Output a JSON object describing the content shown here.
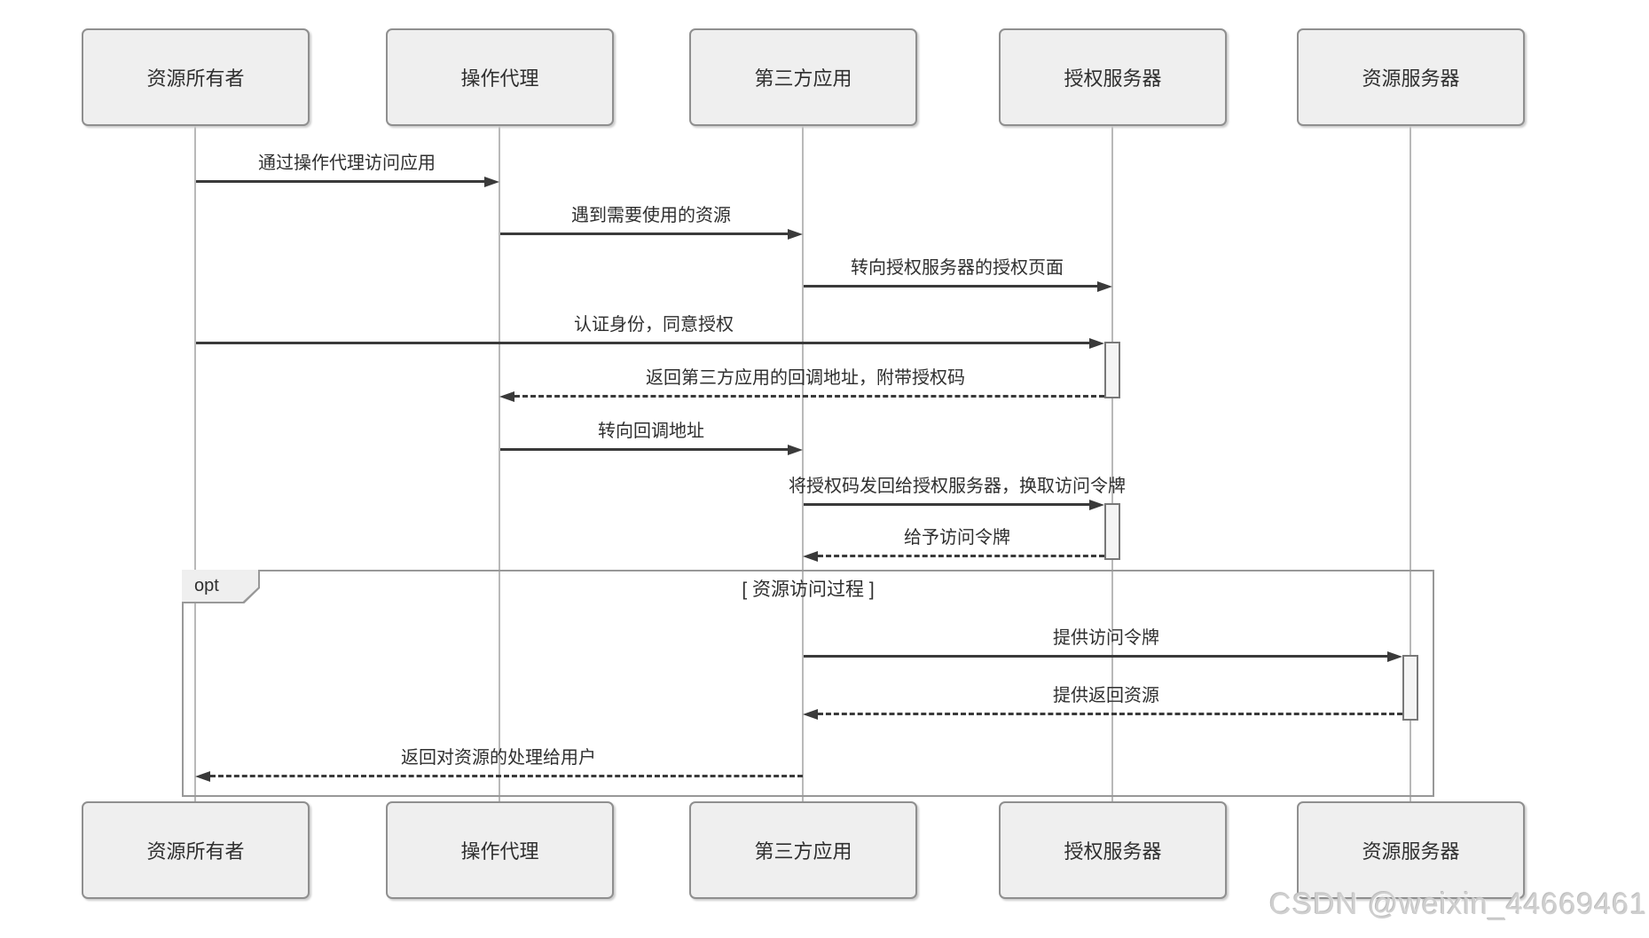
{
  "diagram_type": "sequence",
  "actors": [
    {
      "id": "resource-owner",
      "label": "资源所有者"
    },
    {
      "id": "user-agent",
      "label": "操作代理"
    },
    {
      "id": "third-party-app",
      "label": "第三方应用"
    },
    {
      "id": "auth-server",
      "label": "授权服务器"
    },
    {
      "id": "resource-server",
      "label": "资源服务器"
    }
  ],
  "messages": [
    {
      "label": "通过操作代理访问应用",
      "from": "资源所有者",
      "to": "操作代理",
      "line_style": "solid"
    },
    {
      "label": "遇到需要使用的资源",
      "from": "操作代理",
      "to": "第三方应用",
      "line_style": "solid"
    },
    {
      "label": "转向授权服务器的授权页面",
      "from": "第三方应用",
      "to": "授权服务器",
      "line_style": "solid"
    },
    {
      "label": "认证身份，同意授权",
      "from": "资源所有者",
      "to": "授权服务器",
      "line_style": "solid"
    },
    {
      "label": "返回第三方应用的回调地址，附带授权码",
      "from": "授权服务器",
      "to": "操作代理",
      "line_style": "dashed"
    },
    {
      "label": "转向回调地址",
      "from": "操作代理",
      "to": "第三方应用",
      "line_style": "solid"
    },
    {
      "label": "将授权码发回给授权服务器，换取访问令牌",
      "from": "第三方应用",
      "to": "授权服务器",
      "line_style": "solid"
    },
    {
      "label": "给予访问令牌",
      "from": "授权服务器",
      "to": "第三方应用",
      "line_style": "dashed"
    },
    {
      "label": "提供访问令牌",
      "from": "第三方应用",
      "to": "资源服务器",
      "line_style": "solid"
    },
    {
      "label": "提供返回资源",
      "from": "资源服务器",
      "to": "第三方应用",
      "line_style": "dashed"
    },
    {
      "label": "返回对资源的处理给用户",
      "from": "第三方应用",
      "to": "资源所有者",
      "line_style": "dashed"
    }
  ],
  "fragment": {
    "keyword": "opt",
    "condition": "[ 资源访问过程 ]"
  },
  "watermark": {
    "text": "CSDN @weixin_44669461"
  },
  "colors": {
    "actor_fill": "#efefef",
    "actor_border": "#8f8f8f",
    "lifeline": "#b9b9b9",
    "arrow": "#3a3a3a",
    "fragment_border": "#989898",
    "watermark": "#cfcfcf"
  }
}
